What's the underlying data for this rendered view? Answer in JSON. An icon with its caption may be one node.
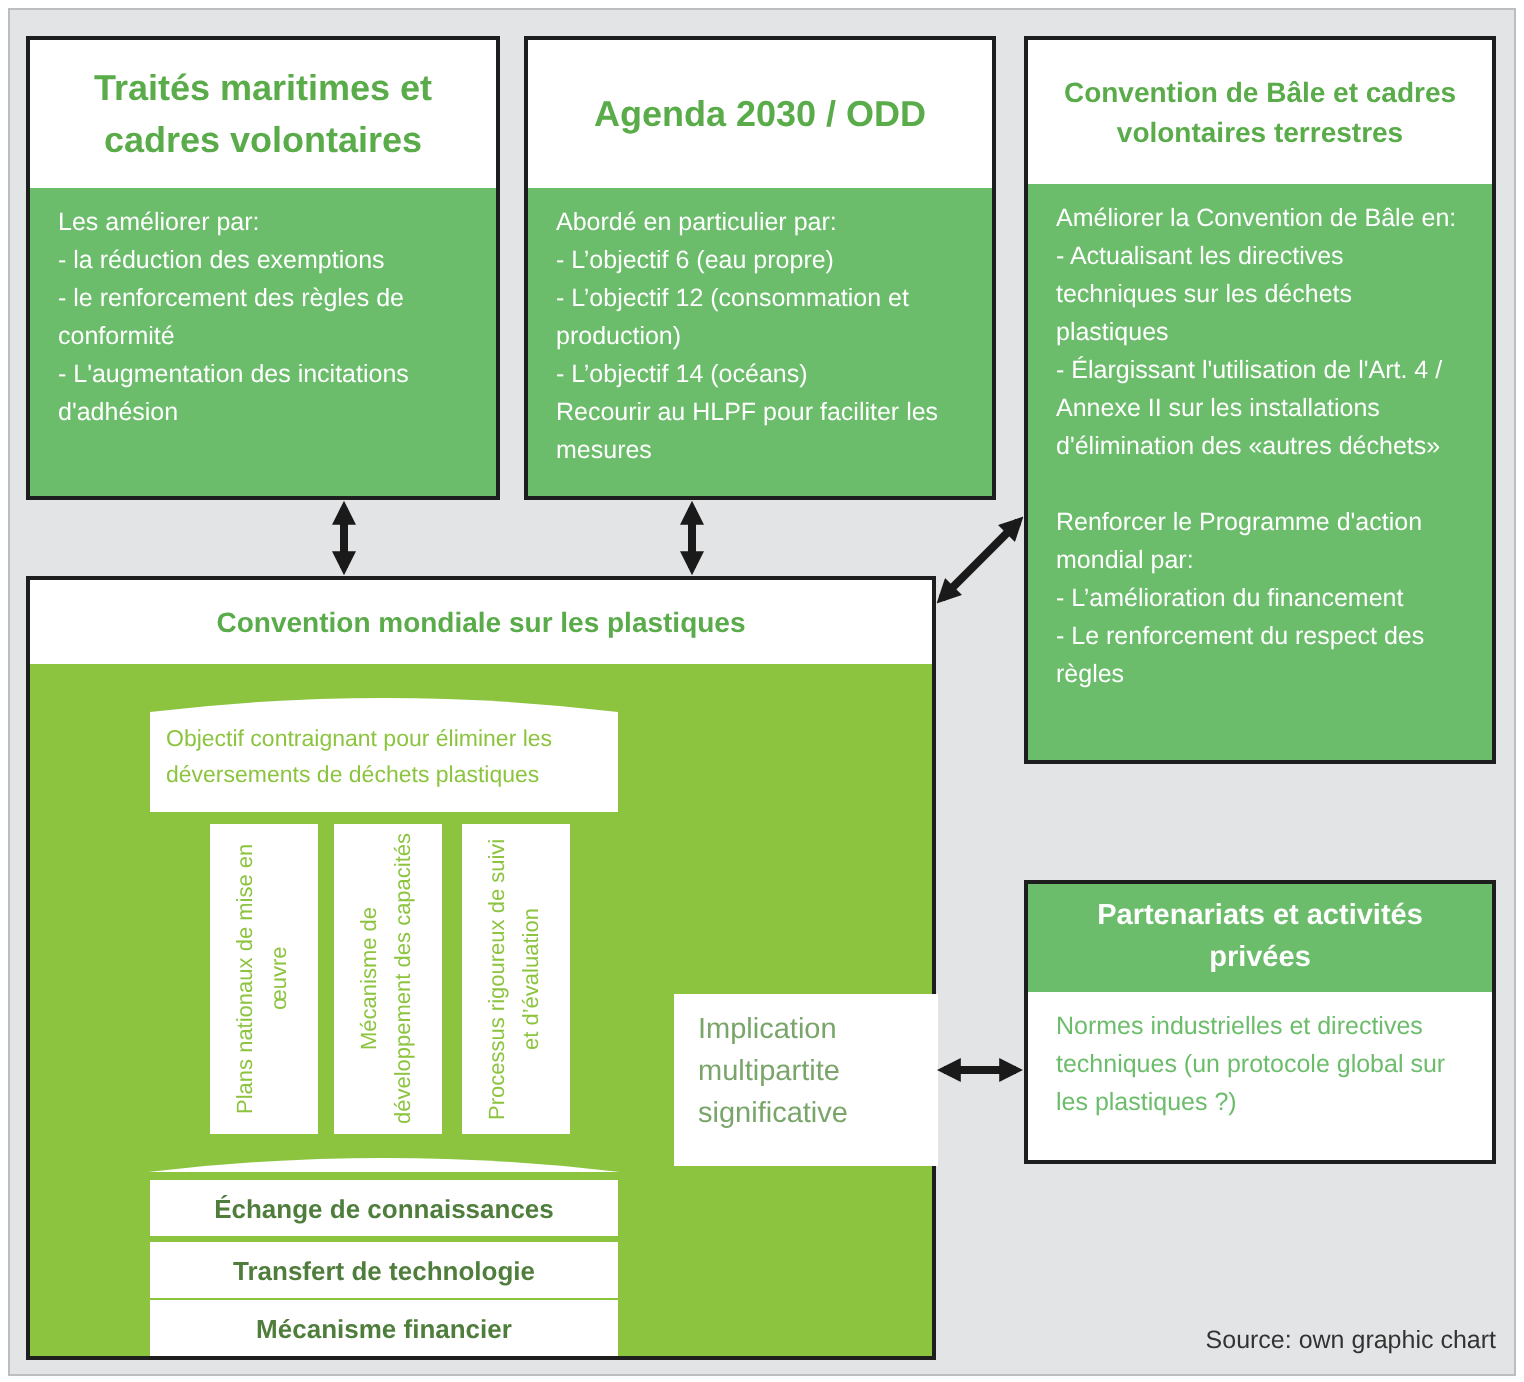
{
  "diagram": {
    "nodes": [
      {
        "text": [
          "Traités maritimes et cadres volontaires",
          "Les améliorer par:",
          "- la réduction des exemptions",
          "- le renforcement des règles de conformité",
          "- L'augmentation des incitations d'adhésion"
        ]
      },
      {
        "text": [
          "Agenda 2030 / ODD",
          "Abordé en particulier par:",
          "- L’objectif 6 (eau propre)",
          "- L’objectif 12 (consommation et production)",
          "- L’objectif 14 (océans)",
          "Recourir au HLPF pour faciliter les mesures"
        ]
      },
      {
        "text": [
          "Convention de Bâle et cadres volontaires terrestres",
          "Améliorer la Convention de Bâle en:",
          "- Actualisant les directives techniques sur les déchets plastiques",
          "- Élargissant l'utilisation de l'Art. 4 / Annexe II sur les installations d'élimination des «autres déchets»",
          "Renforcer le Programme d'action mondial par:",
          "- L’amélioration du financement",
          "- Le renforcement du respect des règles"
        ]
      },
      {
        "text": [
          "Convention mondiale sur les plastiques"
        ]
      },
      {
        "text": [
          "Objectif contraignant pour éliminer les déversements de déchets plastiques"
        ],
        "in": 3
      },
      {
        "text": [
          "Plans nationaux de mise en œuvre"
        ],
        "in": 3
      },
      {
        "text": [
          "Mécanisme de développement des capacités"
        ],
        "in": 3
      },
      {
        "text": [
          "Processus rigoureux de suivi et d’évaluation"
        ],
        "in": 3
      },
      {
        "text": [
          "Implication multipartite significative"
        ],
        "in": 3
      },
      {
        "text": [
          "Échange de connaissances"
        ],
        "in": 3
      },
      {
        "text": [
          "Transfert de technologie"
        ],
        "in": 3
      },
      {
        "text": [
          "Mécanisme financier"
        ],
        "in": 3
      },
      {
        "text": [
          "Partenariats et activités privées",
          "Normes industrielles et directives techniques (un protocole global sur les plastiques ?)"
        ]
      }
    ],
    "edges": [
      {
        "from": 0,
        "to": 3,
        "arrow": "both"
      },
      {
        "from": 1,
        "to": 3,
        "arrow": "both"
      },
      {
        "from": 3,
        "to": 2,
        "arrow": "both"
      },
      {
        "from": 3,
        "to": 12,
        "arrow": "both"
      }
    ],
    "labels": [
      "Source: own graphic chart"
    ]
  }
}
